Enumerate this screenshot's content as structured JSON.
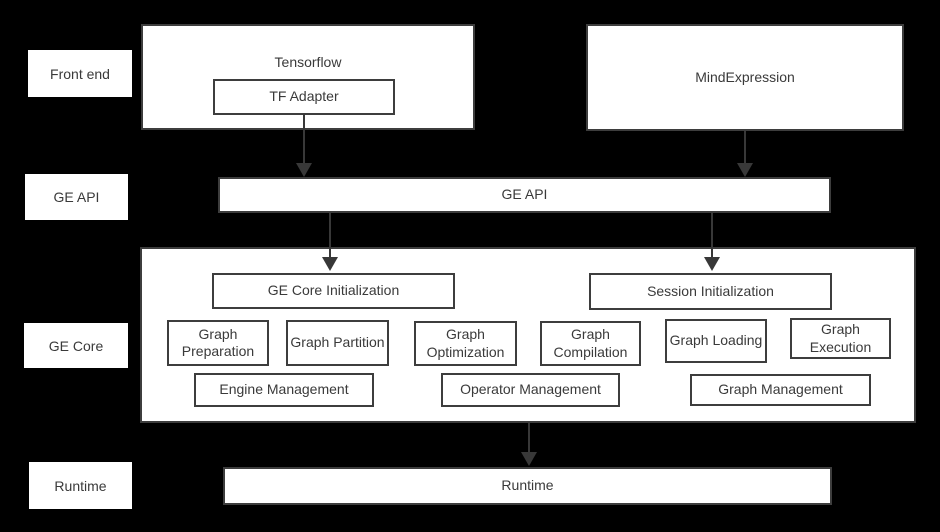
{
  "colors": {
    "background": "#000000",
    "box_fill": "#ffffff",
    "box_border": "#3d3d3d",
    "text": "#3a3a3a",
    "arrow": "#383838"
  },
  "layer_labels": {
    "front_end": "Front end",
    "ge_api": "GE API",
    "ge_core": "GE Core",
    "runtime": "Runtime"
  },
  "front_end": {
    "tensorflow": "Tensorflow",
    "tf_adapter": "TF Adapter",
    "mind_expression": "MindExpression"
  },
  "ge_api": {
    "bar": "GE API"
  },
  "ge_core": {
    "ge_core_initialization": "GE Core Initialization",
    "session_initialization": "Session Initialization",
    "graph_preparation": "Graph Preparation",
    "graph_partition": "Graph Partition",
    "graph_optimization": "Graph Optimization",
    "graph_compilation": "Graph Compilation",
    "graph_loading": "Graph Loading",
    "graph_execution": "Graph Execution",
    "engine_management": "Engine Management",
    "operator_management": "Operator Management",
    "graph_management": "Graph Management"
  },
  "runtime": {
    "bar": "Runtime"
  },
  "edges": [
    {
      "from": "TF Adapter",
      "to": "GE API"
    },
    {
      "from": "MindExpression",
      "to": "GE API"
    },
    {
      "from": "GE API",
      "to": "GE Core Initialization"
    },
    {
      "from": "GE API",
      "to": "Session Initialization"
    },
    {
      "from": "GE Core",
      "to": "Runtime"
    }
  ]
}
